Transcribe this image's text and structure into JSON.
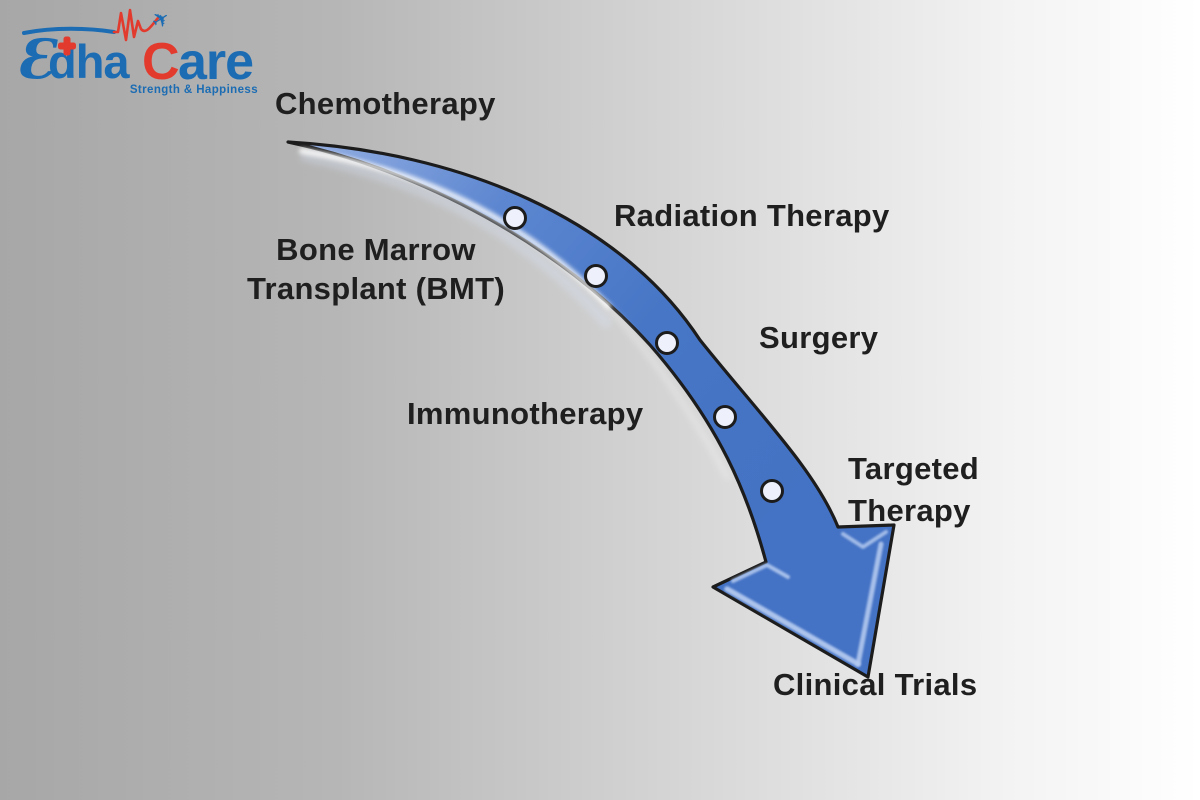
{
  "logo": {
    "script_e": "Ɛ",
    "dha": "dha",
    "care_c": "C",
    "care_rest": "are",
    "tagline": "Strength & Happiness",
    "plane_glyph": "✈",
    "colors": {
      "blue": "#1b6cb3",
      "red": "#e23b2e"
    }
  },
  "background": {
    "gradient_left": "#a7a7a7",
    "gradient_right": "#ffffff"
  },
  "diagram": {
    "type": "descending-arrow-flow",
    "arrow": {
      "fill": "#4472c4",
      "outline": "#1c1c1c",
      "highlight": "#b3c9ef",
      "marker_fill": "#eef1fb",
      "marker_outline": "#1c1c1c"
    },
    "items": [
      {
        "label": "Chemotherapy"
      },
      {
        "label": "Radiation Therapy"
      },
      {
        "label": "Bone Marrow Transplant (BMT)"
      },
      {
        "label": "Surgery"
      },
      {
        "label": "Immunotherapy"
      },
      {
        "label": "Targeted Therapy"
      },
      {
        "label": "Clinical Trials"
      }
    ]
  }
}
